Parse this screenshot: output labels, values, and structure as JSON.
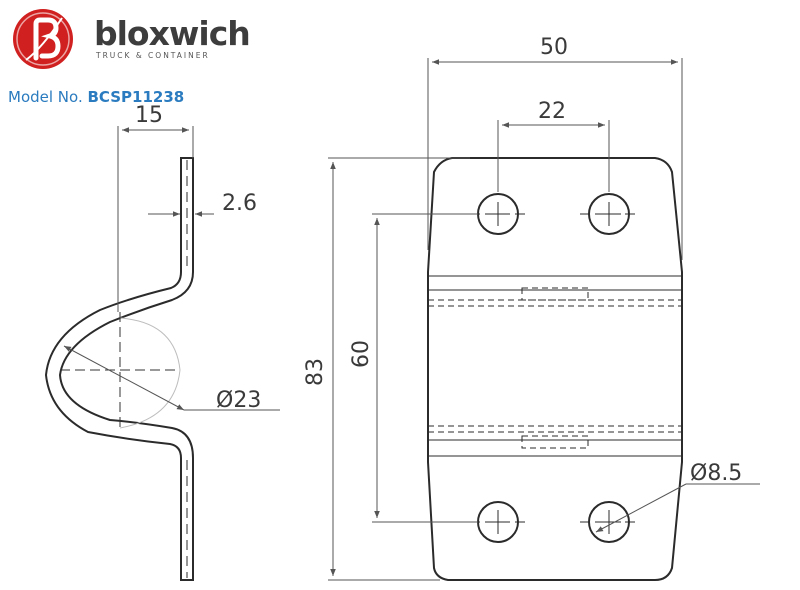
{
  "brand": {
    "name": "bloxwich",
    "tagline": "TRUCK & CONTAINER",
    "accent_color": "#d0201f"
  },
  "model": {
    "label": "Model No.",
    "value": "BCSP11238",
    "color": "#2a7bbf"
  },
  "dimensions": {
    "overall_width": "50",
    "hole_spacing_horizontal": "22",
    "overall_height": "83",
    "hole_spacing_vertical": "60",
    "hole_diameter": "Ø8.5",
    "side_depth": "15",
    "material_thickness": "2.6",
    "loop_diameter": "Ø23"
  }
}
